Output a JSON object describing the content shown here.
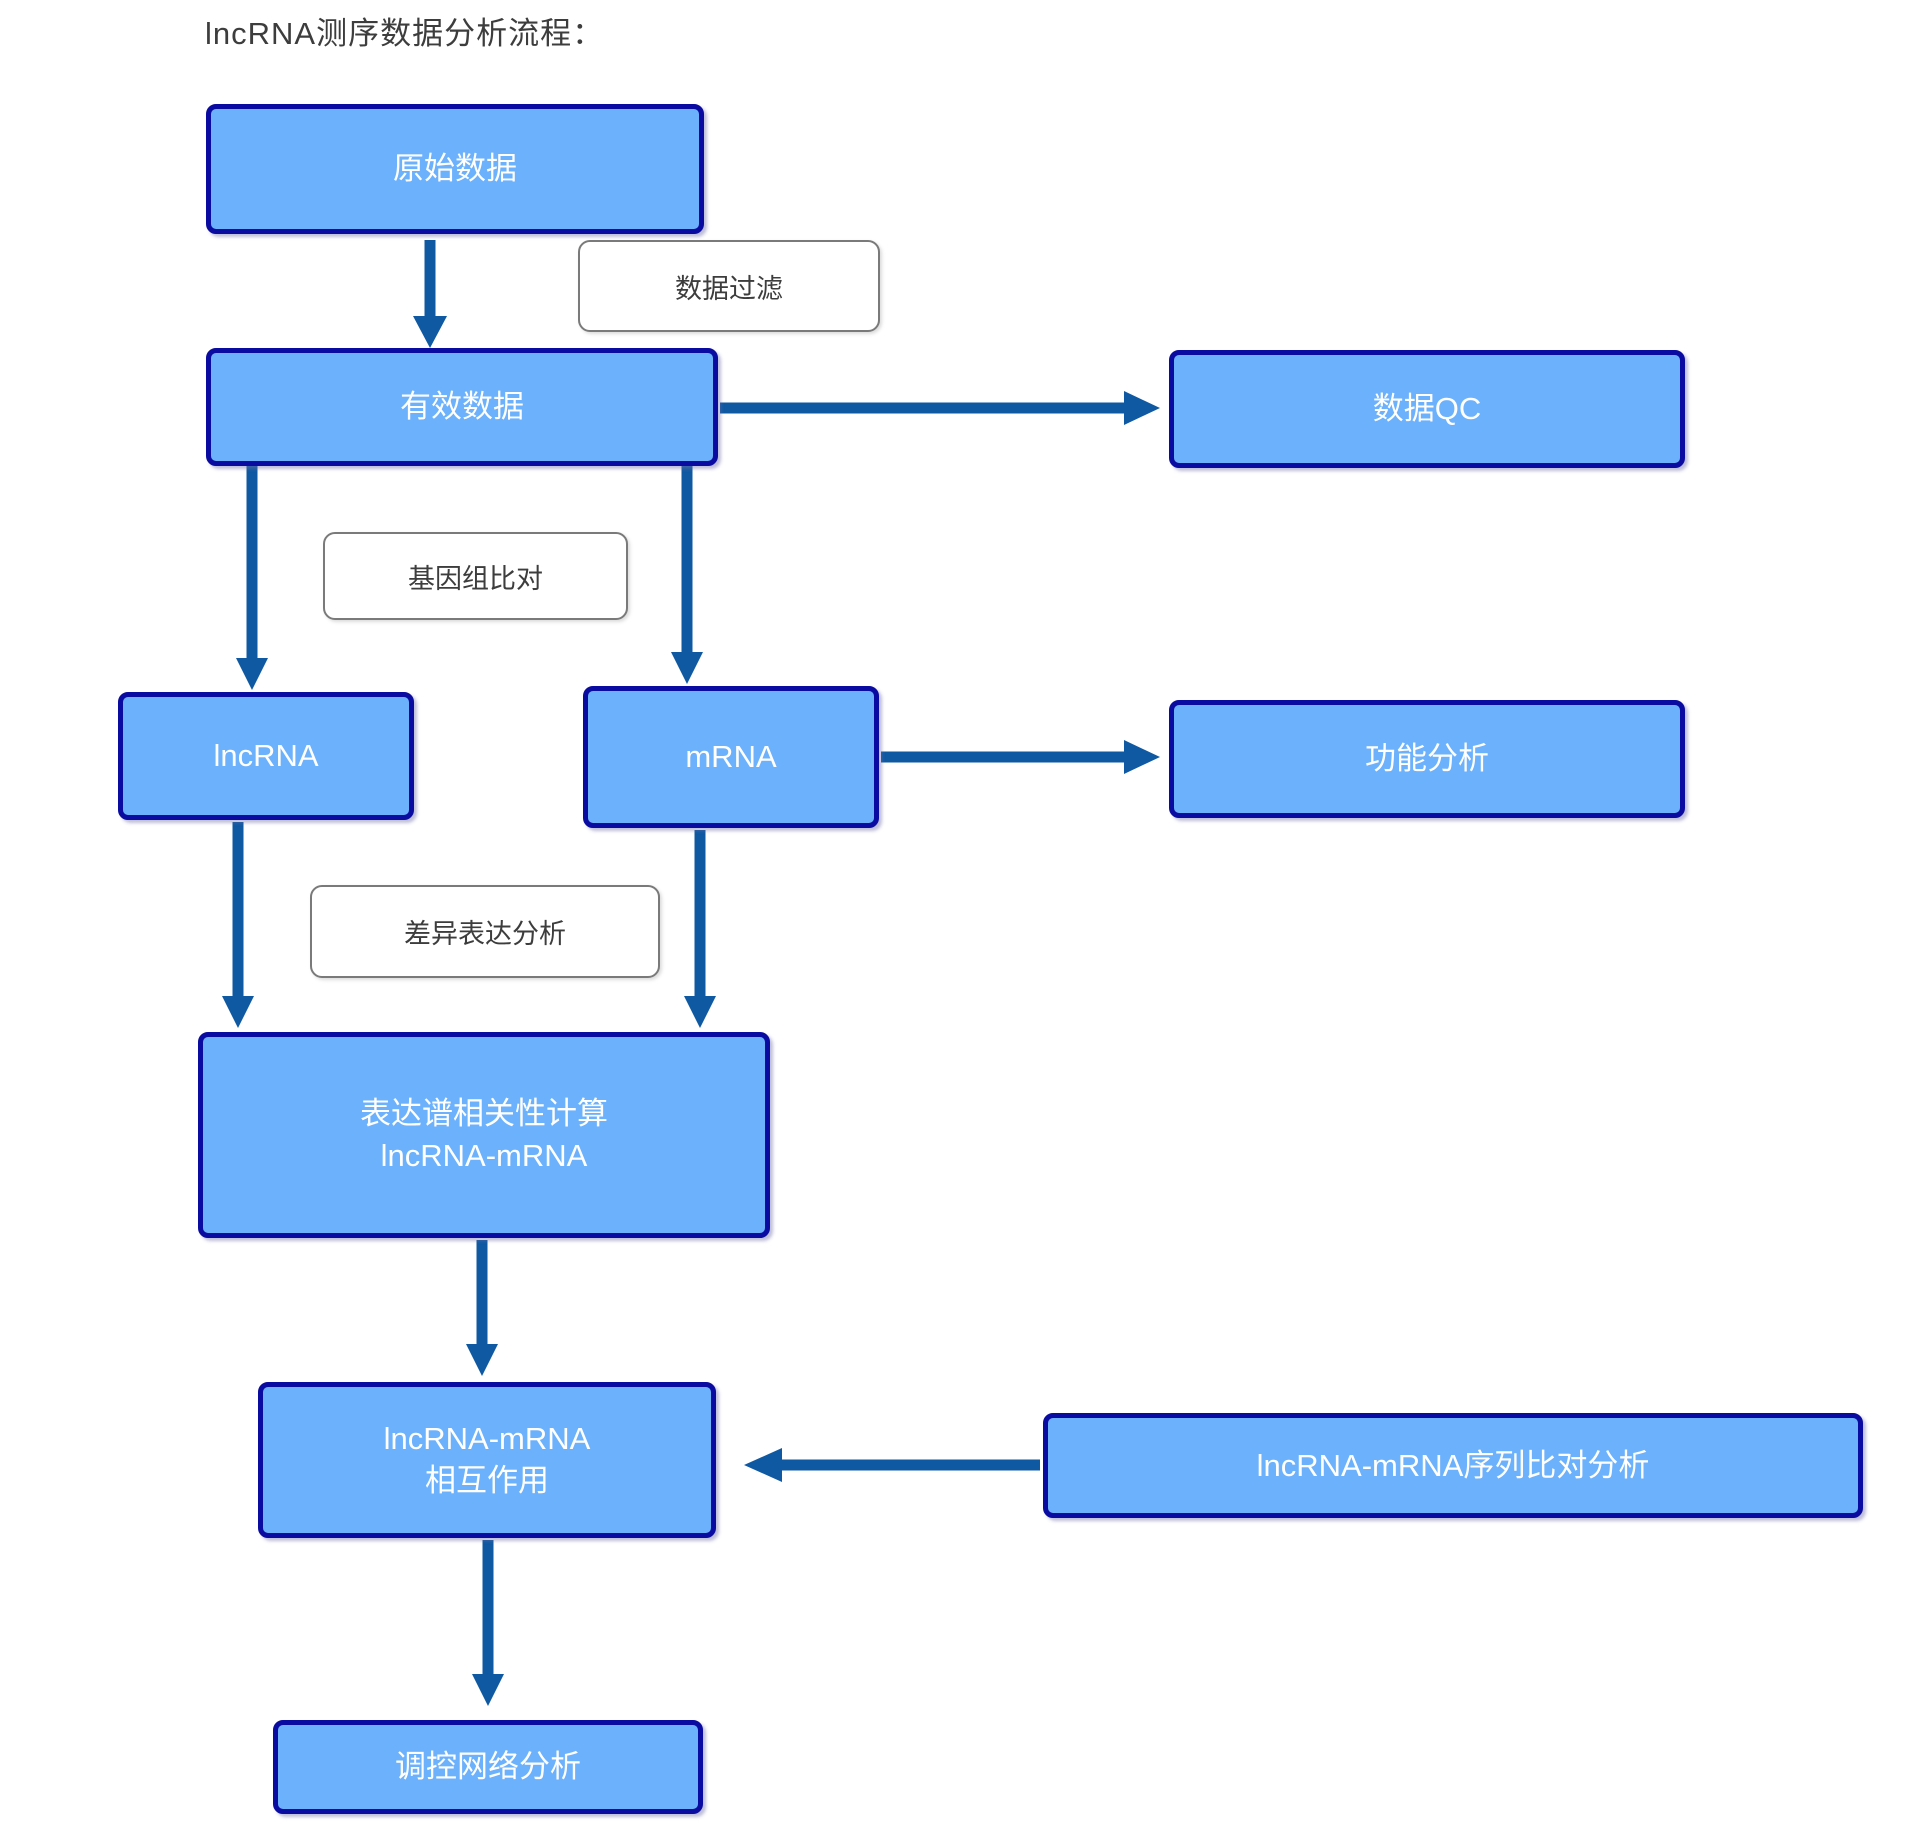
{
  "title": "lncRNA测序数据分析流程：",
  "colors": {
    "node-fill": "#6cb1fc",
    "node-border": "#0a0ba0",
    "arrow": "#0f59a3",
    "label-border": "#7a7a7a",
    "text-dark": "#3d3d3d",
    "node-text": "#ffffff"
  },
  "nodes": {
    "raw": {
      "label": "原始数据"
    },
    "valid": {
      "label": "有效数据"
    },
    "qc": {
      "label": "数据QC"
    },
    "lncrna": {
      "label": "lncRNA"
    },
    "mrna": {
      "label": "mRNA"
    },
    "func": {
      "label": "功能分析"
    },
    "corr": {
      "line1": "表达谱相关性计算",
      "line2": "lncRNA-mRNA"
    },
    "interact": {
      "line1": "lncRNA-mRNA",
      "line2": "相互作用"
    },
    "seq": {
      "label": "lncRNA-mRNA序列比对分析"
    },
    "network": {
      "label": "调控网络分析"
    }
  },
  "edge_labels": {
    "filter": "数据过滤",
    "genome": "基因组比对",
    "diff": "差异表达分析"
  }
}
